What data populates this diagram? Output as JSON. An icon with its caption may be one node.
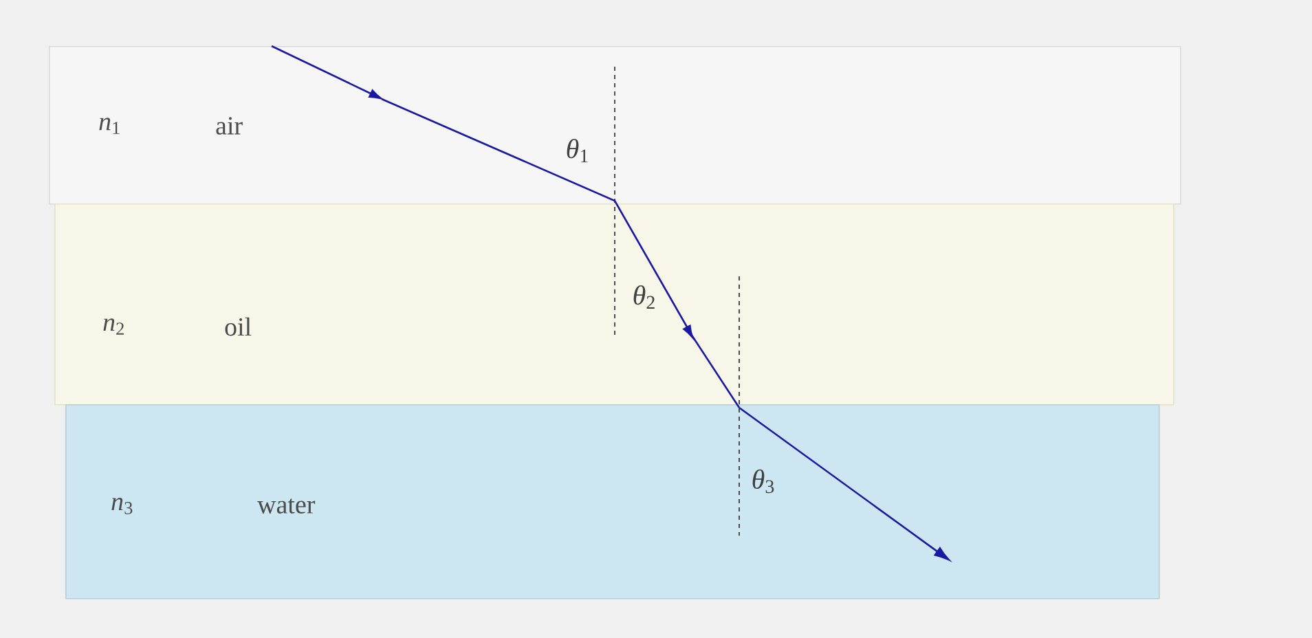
{
  "diagram": {
    "nodes": [
      {
        "text": [
          "*n*$_{1}$",
          "air"
        ]
      },
      {
        "text": [
          "*n*$_{2}$",
          "oil"
        ]
      },
      {
        "text": [
          "*n*$_{3}$",
          "water"
        ]
      }
    ],
    "labels": [
      "*θ*$_{1}$",
      "*θ*$_{2}$",
      "*θ*$_{3}$"
    ]
  }
}
